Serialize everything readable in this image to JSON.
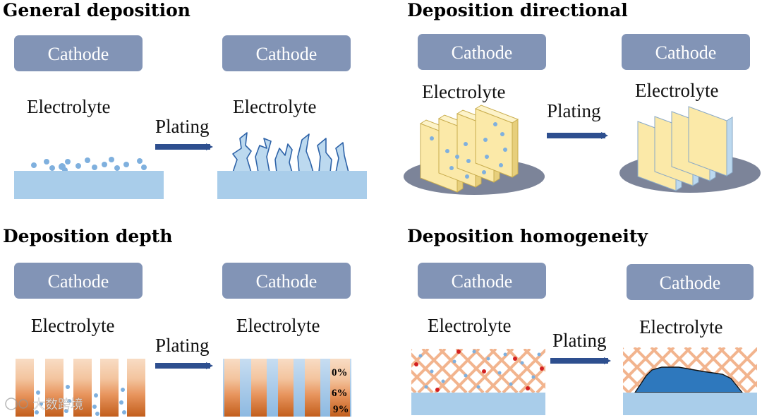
{
  "colors": {
    "cathode_box": "#8294b6",
    "electrolyte_base": "#a9cdea",
    "ion_dot": "#7fb0de",
    "arrow": "#2e4f8f",
    "plate_yellow": "#fbe9a8",
    "plate_blue": "#bcd9ef",
    "disk": "#7c8499",
    "mesh": "#f2b48e",
    "red_dot": "#d42020",
    "deposit_blue": "#2e78bd",
    "copper_light": "#f6d2b5",
    "copper_mid": "#e8955e",
    "copper_dark": "#c25e1c"
  },
  "panels": [
    {
      "title": "General deposition",
      "before": {
        "cathode": "Cathode",
        "electrolyte": "Electrolyte"
      },
      "after": {
        "cathode": "Cathode",
        "electrolyte": "Electrolyte"
      },
      "arrow": "Plating"
    },
    {
      "title": "Deposition directional",
      "before": {
        "cathode": "Cathode",
        "electrolyte": "Electrolyte"
      },
      "after": {
        "cathode": "Cathode",
        "electrolyte": "Electrolyte"
      },
      "arrow": "Plating"
    },
    {
      "title": "Deposition depth",
      "before": {
        "cathode": "Cathode",
        "electrolyte": "Electrolyte"
      },
      "after": {
        "cathode": "Cathode",
        "electrolyte": "Electrolyte"
      },
      "arrow": "Plating",
      "depth_labels": [
        "0%",
        "6%",
        "9%"
      ]
    },
    {
      "title": "Deposition homogeneity",
      "before": {
        "cathode": "Cathode",
        "electrolyte": "Electrolyte"
      },
      "after": {
        "cathode": "Cathode",
        "electrolyte": "Electrolyte"
      },
      "arrow": "Plating"
    }
  ],
  "watermark": "大数跨境"
}
